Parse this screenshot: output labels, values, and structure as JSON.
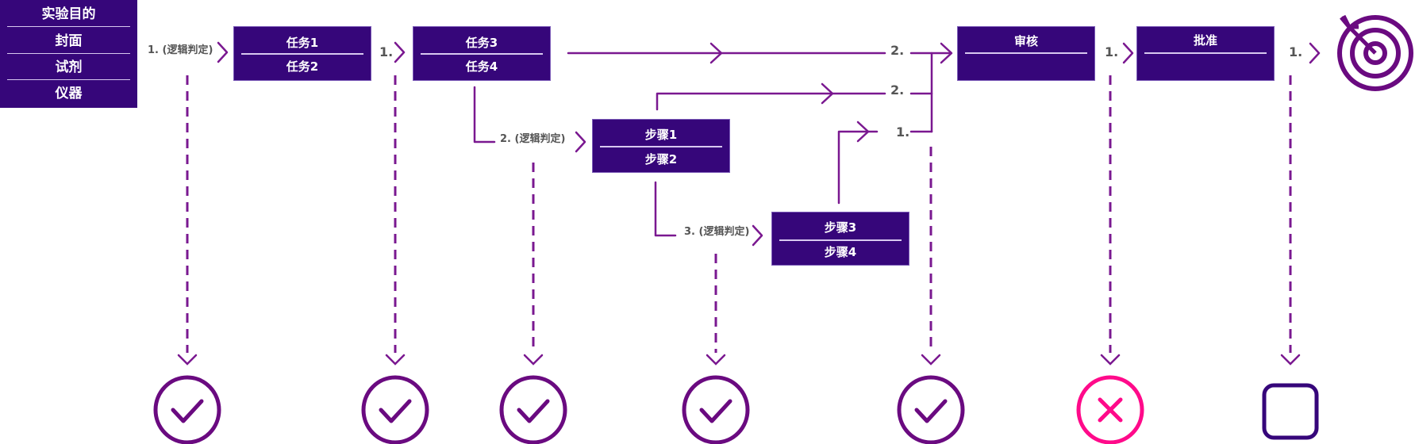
{
  "legend": {
    "items": [
      "实验目的",
      "封面",
      "试剂",
      "仪器"
    ]
  },
  "nodes": {
    "task12": {
      "top": "任务1",
      "bottom": "任务2"
    },
    "task34": {
      "top": "任务3",
      "bottom": "任务4"
    },
    "step12": {
      "top": "步骤1",
      "bottom": "步骤2"
    },
    "step34": {
      "top": "步骤3",
      "bottom": "步骤4"
    },
    "review": {
      "top": "审核",
      "bottom": ""
    },
    "approve": {
      "top": "批准",
      "bottom": ""
    }
  },
  "edge_labels": {
    "to_task12": "1. (逻辑判定)",
    "to_task34": "1.",
    "to_step12": "2. (逻辑判定)",
    "to_step34": "3. (逻辑判定)",
    "task34_to_review": "2.",
    "step12_to_review": "2.",
    "step34_to_review": "1.",
    "to_approve": "1.",
    "to_goal": "1."
  },
  "icons": {
    "goal": "target-icon",
    "outcomes": [
      {
        "name": "check-circle-icon",
        "status": "passed",
        "color": "#6a0a80"
      },
      {
        "name": "check-circle-icon",
        "status": "passed",
        "color": "#6a0a80"
      },
      {
        "name": "check-circle-icon",
        "status": "passed",
        "color": "#6a0a80"
      },
      {
        "name": "check-circle-icon",
        "status": "passed",
        "color": "#6a0a80"
      },
      {
        "name": "check-circle-icon",
        "status": "passed",
        "color": "#6a0a80"
      },
      {
        "name": "x-circle-icon",
        "status": "failed",
        "color": "#ff0a8a"
      },
      {
        "name": "empty-square-icon",
        "status": "pending",
        "color": "#36067a"
      }
    ]
  },
  "colors": {
    "node_fill": "#36067a",
    "connector": "#7a1890",
    "pass": "#6a0a80",
    "fail": "#ff0a8a",
    "pending": "#36067a",
    "label_text": "#555555"
  }
}
